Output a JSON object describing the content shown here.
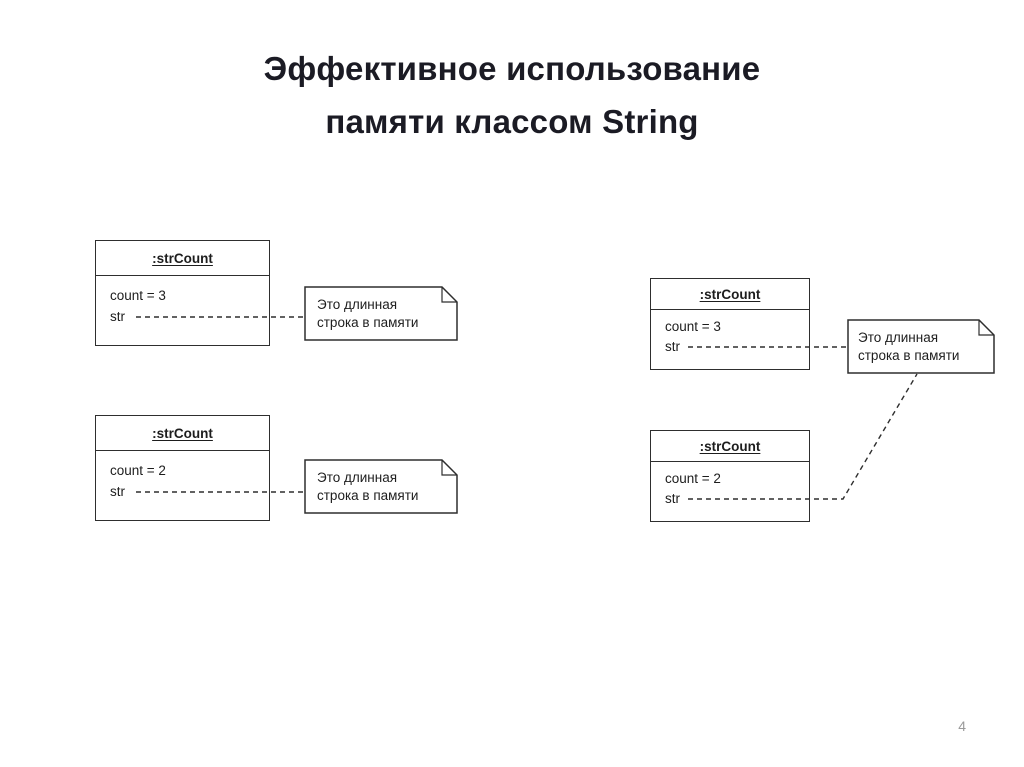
{
  "title": {
    "line1": "Эффективное использование",
    "line2": "памяти классом String"
  },
  "page_number": "4",
  "diagram": {
    "boxes": [
      {
        "name": ":strCount",
        "count_field": "count = 3",
        "str_field": "str"
      },
      {
        "name": ":strCount",
        "count_field": "count = 2",
        "str_field": "str"
      },
      {
        "name": ":strCount",
        "count_field": "count = 3",
        "str_field": "str"
      },
      {
        "name": ":strCount",
        "count_field": "count = 2",
        "str_field": "str"
      }
    ],
    "notes": [
      {
        "line1": "Это длинная",
        "line2": "строка в памяти"
      },
      {
        "line1": "Это длинная",
        "line2": "строка в памяти"
      },
      {
        "line1": "Это длинная",
        "line2": "строка в памяти"
      }
    ]
  }
}
